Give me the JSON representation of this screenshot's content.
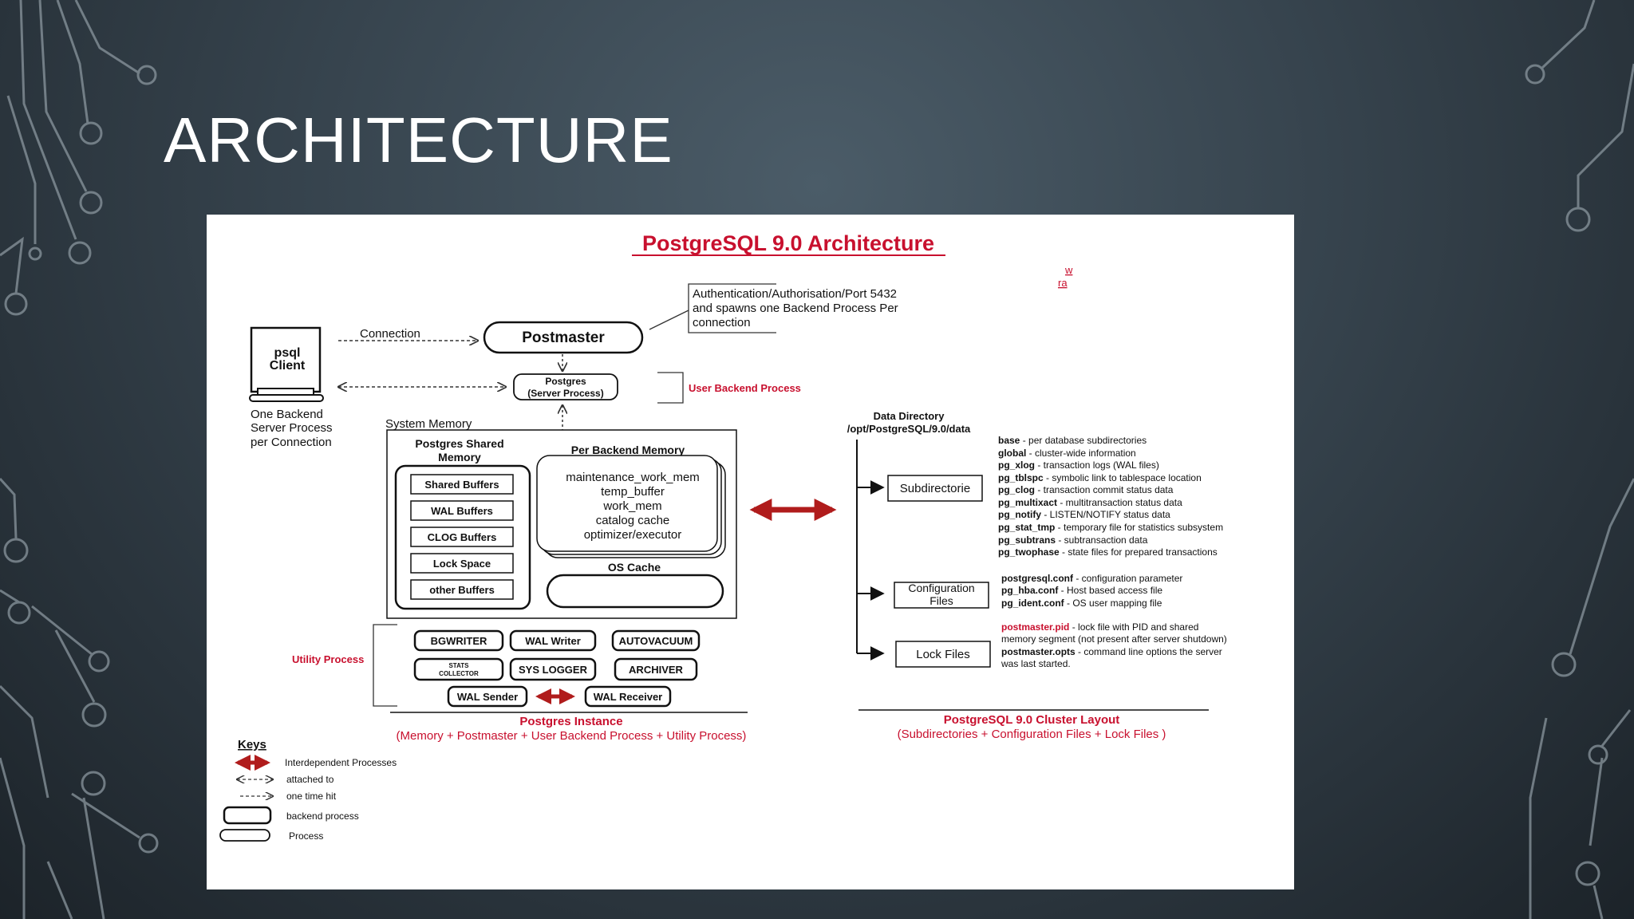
{
  "slide": {
    "title": "ARCHITECTURE"
  },
  "diagram": {
    "heading": "PostgreSQL 9.0 Architecture",
    "corner_note": [
      "w",
      "ra"
    ],
    "client": {
      "lines": [
        "psql",
        "Client"
      ],
      "caption": [
        "One Backend",
        "Server Process",
        "per Connection"
      ]
    },
    "connection_label": "Connection",
    "postmaster_label": "Postmaster",
    "auth_note": [
      "Authentication/Authorisation/Port 5432",
      "and spawns one Backend Process Per",
      "connection"
    ],
    "server_process": [
      "Postgres",
      "(Server Process)"
    ],
    "user_backend_label": "User Backend  Process",
    "system_memory_label": "System Memory",
    "shared_memory": {
      "title": [
        "Postgres Shared",
        "Memory"
      ],
      "items": [
        "Shared Buffers",
        "WAL Buffers",
        "CLOG Buffers",
        "Lock Space",
        "other Buffers"
      ]
    },
    "per_backend": {
      "title": "Per Backend Memory",
      "items": [
        "maintenance_work_mem",
        "temp_buffer",
        "work_mem",
        "catalog cache",
        "optimizer/executor"
      ]
    },
    "os_cache_label": "OS Cache",
    "utility_label": "Utility Process",
    "utility_processes": [
      "BGWRITER",
      "WAL Writer",
      "AUTOVACUUM",
      "STATS",
      "COLLECTOR",
      "SYS LOGGER",
      "ARCHIVER",
      "WAL Sender",
      "WAL Receiver"
    ],
    "instance": {
      "title": "Postgres Instance",
      "subtitle": "(Memory + Postmaster + User Backend Process + Utility Process)"
    },
    "data_directory": [
      "Data Directory",
      "/opt/PostgreSQL/9.0/data"
    ],
    "subdirectorie_label": "Subdirectorie",
    "config_files_label": [
      "Configuration",
      "Files"
    ],
    "lock_files_label": "Lock Files",
    "subdir_entries": [
      {
        "name": "base",
        "desc": " - per database subdirectories"
      },
      {
        "name": "global",
        "desc": " - cluster-wide information"
      },
      {
        "name": "pg_xlog",
        "desc": " - transaction logs (WAL files)"
      },
      {
        "name": "pg_tblspc",
        "desc": " - symbolic link to tablespace location"
      },
      {
        "name": "pg_clog",
        "desc": " - transaction commit status data"
      },
      {
        "name": "pg_multixact",
        "desc": " - multitransaction status data"
      },
      {
        "name": "pg_notify",
        "desc": " - LISTEN/NOTIFY status data"
      },
      {
        "name": "pg_stat_tmp",
        "desc": " - temporary file for statistics subsystem"
      },
      {
        "name": "pg_subtrans",
        "desc": " - subtransaction data"
      },
      {
        "name": "pg_twophase",
        "desc": " - state files for prepared transactions"
      }
    ],
    "config_entries": [
      {
        "name": "postgresql.conf",
        "desc": " - configuration parameter"
      },
      {
        "name": "pg_hba.conf",
        "desc": " - Host based access file"
      },
      {
        "name": "pg_ident.conf",
        "desc": " - OS user mapping file"
      }
    ],
    "lock_entries": {
      "line1_name": "postmaster.pid",
      "line1_desc": " - lock file with PID and shared",
      "line2": "memory segment (not present after server shutdown)",
      "line3_name": "postmaster.opts",
      "line3_desc": " - command line options the server",
      "line4": "was last started."
    },
    "cluster": {
      "title": "PostgreSQL 9.0 Cluster Layout",
      "subtitle": "(Subdirectories + Configuration Files + Lock Files )"
    },
    "keys": {
      "title": "Keys",
      "items": [
        "Interdependent Processes",
        "attached to",
        "one time hit",
        "backend process",
        "Process"
      ]
    }
  },
  "colors": {
    "accent_red": "#c8102e",
    "arrow_red": "#b01c1c"
  }
}
